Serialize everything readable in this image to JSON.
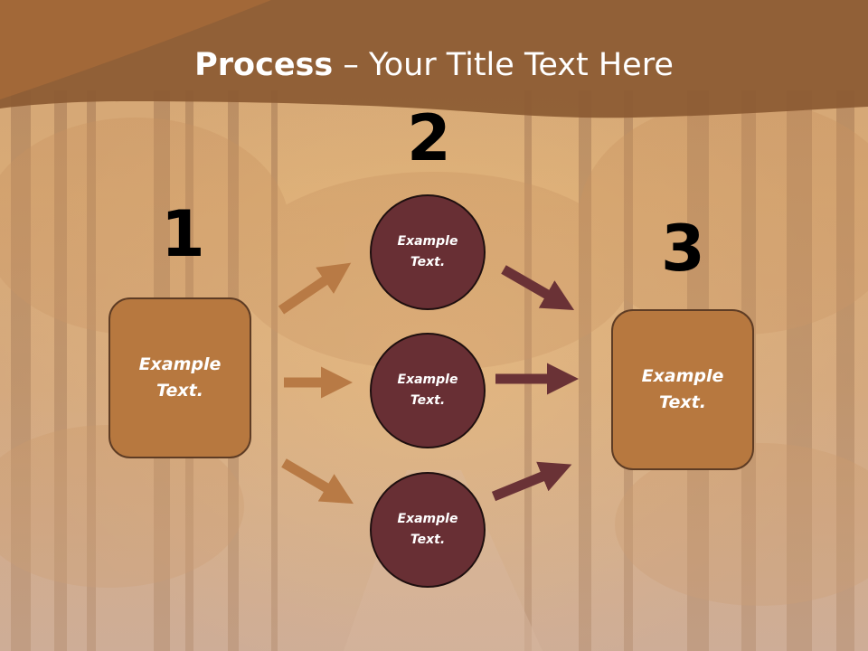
{
  "title": {
    "bold": "Process",
    "rest": " – Your Title Text Here"
  },
  "steps": [
    {
      "number": "1",
      "text": "Example Text."
    },
    {
      "number": "2",
      "circles": [
        "Example Text.",
        "Example Text.",
        "Example Text."
      ]
    },
    {
      "number": "3",
      "text": "Example Text."
    }
  ],
  "colors": {
    "header": "#8b5a32",
    "box": "#b7783f",
    "circle": "#682f34",
    "arrow_light": "#b87a45",
    "arrow_dark": "#6a3236"
  }
}
